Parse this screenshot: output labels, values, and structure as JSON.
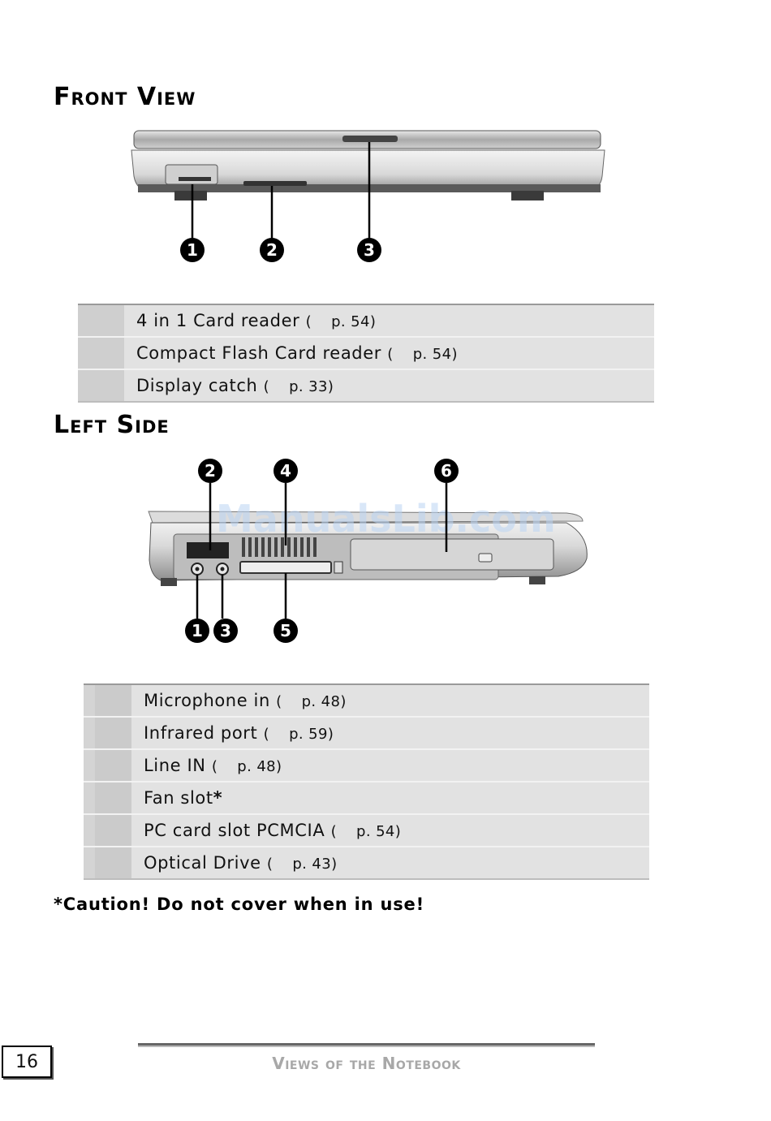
{
  "front_view": {
    "heading": "Front View",
    "callouts": [
      "1",
      "2",
      "3"
    ],
    "items": [
      {
        "label": "4 in 1 Card reader",
        "ref_open": "(",
        "ref_page": "p. 54)"
      },
      {
        "label": "Compact Flash Card reader",
        "ref_open": "(",
        "ref_page": "p. 54)"
      },
      {
        "label": "Display catch",
        "ref_open": "(",
        "ref_page": "p. 33)"
      }
    ]
  },
  "left_side": {
    "heading": "Left Side",
    "callouts_top": [
      "2",
      "4",
      "6"
    ],
    "callouts_bottom": [
      "1",
      "3",
      "5"
    ],
    "watermark": "ManualsLib.com",
    "items": [
      {
        "label": "Microphone in",
        "ref_open": "(",
        "ref_page": "p. 48)"
      },
      {
        "label": "Infrared port",
        "ref_open": "(",
        "ref_page": "p. 59)"
      },
      {
        "label": "Line IN",
        "ref_open": "(",
        "ref_page": "p. 48)"
      },
      {
        "label": "Fan slot",
        "suffix": "*"
      },
      {
        "label": "PC card slot PCMCIA",
        "ref_open": "(",
        "ref_page": "p. 54)"
      },
      {
        "label": "Optical Drive",
        "ref_open": "(",
        "ref_page": "p. 43)"
      }
    ]
  },
  "caution": "*Caution! Do not cover when in use!",
  "footer": {
    "page_number": "16",
    "section_title": "Views of the Notebook"
  }
}
